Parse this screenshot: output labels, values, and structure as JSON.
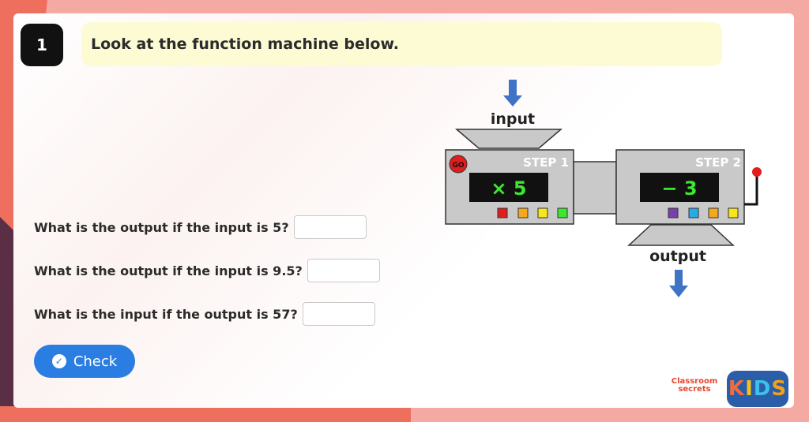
{
  "question": {
    "number": "1",
    "prompt": "Look at the function machine below."
  },
  "machine": {
    "input_label": "input",
    "output_label": "output",
    "go_label": "GO",
    "step1": {
      "label": "STEP 1",
      "operation": "× 5"
    },
    "step2": {
      "label": "STEP 2",
      "operation": "− 3"
    }
  },
  "questions": [
    {
      "text": "What is the output if the input is 5?",
      "value": ""
    },
    {
      "text": "What is the output if the input is 9.5?",
      "value": ""
    },
    {
      "text": "What is the input if the output is 57?",
      "value": ""
    }
  ],
  "check_button": {
    "label": "Check"
  },
  "brand": {
    "line1": "Classroom",
    "line2": "secrets",
    "kids": [
      "K",
      "I",
      "D",
      "S"
    ],
    "kids_colors": [
      "#f26b3a",
      "#f5c21b",
      "#3cc0e8",
      "#f2a11d"
    ]
  },
  "colors": {
    "accent": "#2a7de1",
    "display_text": "#3be82f",
    "machine_body": "#c9c9c9"
  }
}
